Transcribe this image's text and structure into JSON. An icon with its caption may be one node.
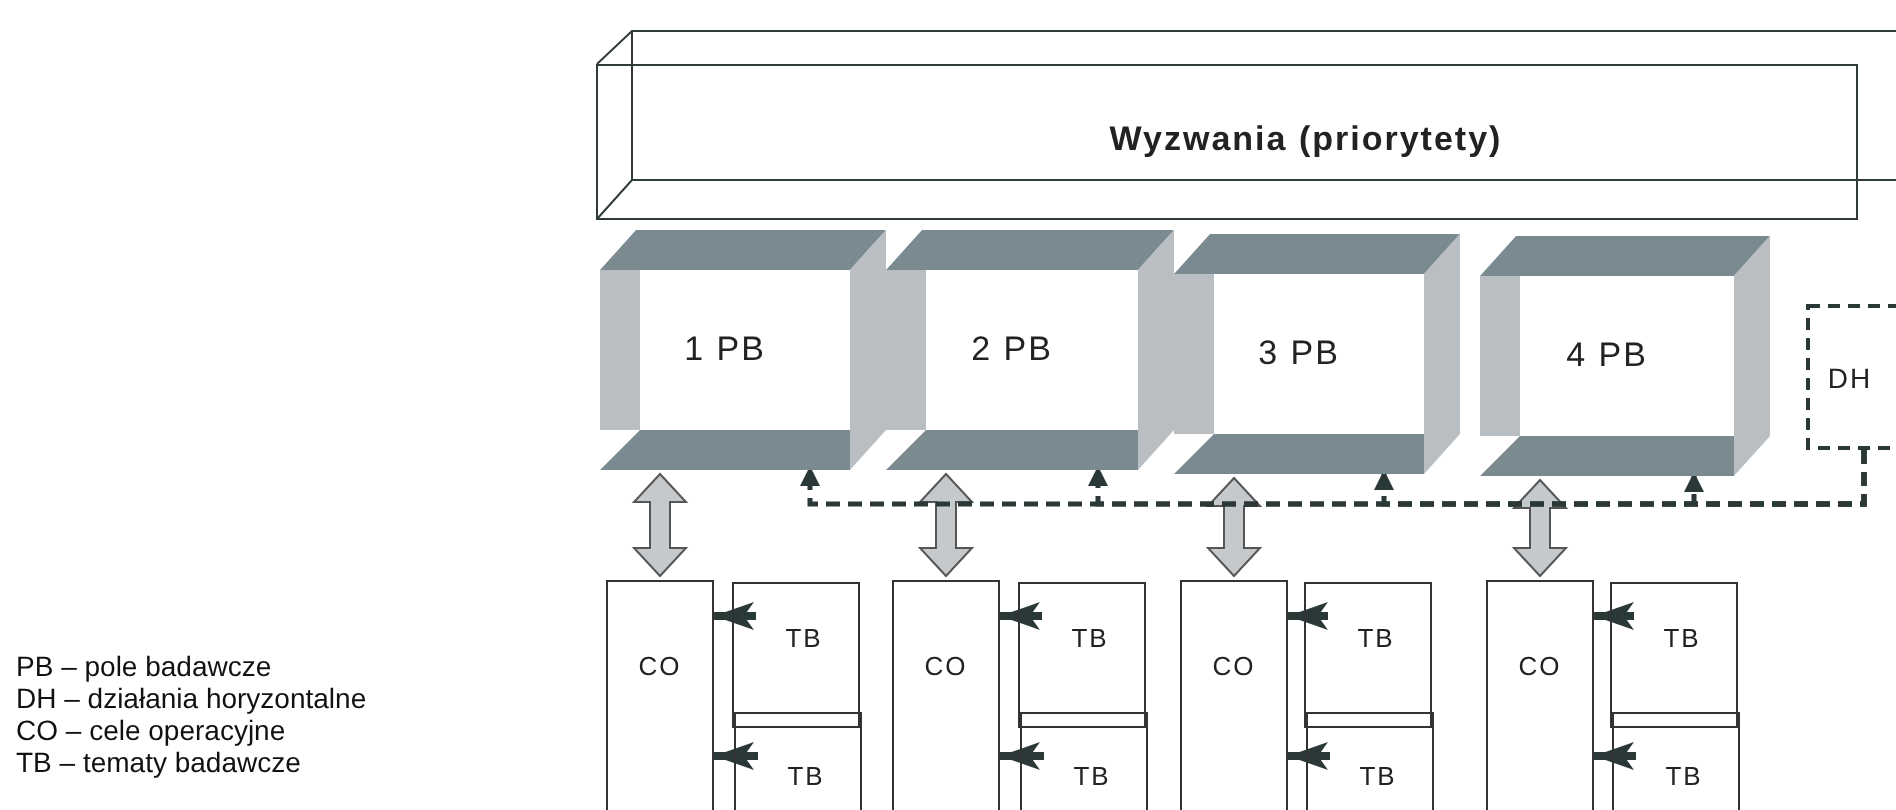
{
  "diagram": {
    "nodes": [
      {
        "text": [
          "Wyzwania (priorytety)"
        ]
      },
      {
        "text": [
          "1 PB"
        ]
      },
      {
        "text": [
          "2 PB"
        ]
      },
      {
        "text": [
          "3 PB"
        ]
      },
      {
        "text": [
          "4 PB"
        ]
      },
      {
        "text": [
          "DH"
        ]
      },
      {
        "text": [
          "CO"
        ]
      },
      {
        "text": [
          "TB"
        ]
      },
      {
        "text": [
          "TB"
        ]
      },
      {
        "text": [
          "CO"
        ]
      },
      {
        "text": [
          "TB"
        ]
      },
      {
        "text": [
          "TB"
        ]
      },
      {
        "text": [
          "CO"
        ]
      },
      {
        "text": [
          "TB"
        ]
      },
      {
        "text": [
          "TB"
        ]
      },
      {
        "text": [
          "CO"
        ]
      },
      {
        "text": [
          "TB"
        ]
      },
      {
        "text": [
          "TB"
        ]
      }
    ],
    "edges": [
      {
        "from": 1,
        "to": 6,
        "arrow": "both"
      },
      {
        "from": 2,
        "to": 9,
        "arrow": "both"
      },
      {
        "from": 3,
        "to": 12,
        "arrow": "both"
      },
      {
        "from": 4,
        "to": 15,
        "arrow": "both"
      },
      {
        "from": 5,
        "to": 1,
        "arrow": "to",
        "style": "dashed"
      },
      {
        "from": 5,
        "to": 2,
        "arrow": "to",
        "style": "dashed"
      },
      {
        "from": 5,
        "to": 3,
        "arrow": "to",
        "style": "dashed"
      },
      {
        "from": 5,
        "to": 4,
        "arrow": "to",
        "style": "dashed"
      },
      {
        "from": 7,
        "to": 6,
        "arrow": "to"
      },
      {
        "from": 8,
        "to": 6,
        "arrow": "to"
      },
      {
        "from": 10,
        "to": 9,
        "arrow": "to"
      },
      {
        "from": 11,
        "to": 9,
        "arrow": "to"
      },
      {
        "from": 13,
        "to": 12,
        "arrow": "to"
      },
      {
        "from": 14,
        "to": 12,
        "arrow": "to"
      },
      {
        "from": 16,
        "to": 15,
        "arrow": "to"
      },
      {
        "from": 17,
        "to": 15,
        "arrow": "to"
      }
    ],
    "labels": [
      "PB – pole badawcze",
      "DH – działania horyzontalne",
      "CO – cele operacyjne",
      "TB – tematy badawcze"
    ]
  }
}
